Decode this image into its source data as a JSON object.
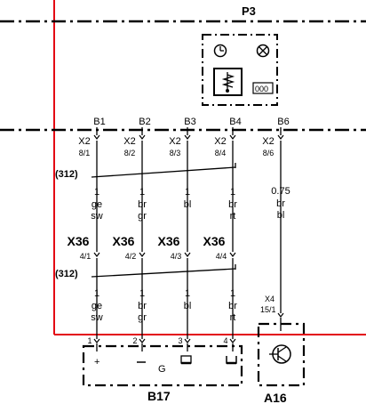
{
  "title": "P3",
  "top_pins": [
    {
      "pin": "B1",
      "conn": "X2",
      "term": "8/1",
      "wire": "1",
      "c1": "ge",
      "c2": "sw"
    },
    {
      "pin": "B2",
      "conn": "X2",
      "term": "8/2",
      "wire": "1",
      "c1": "br",
      "c2": "gr"
    },
    {
      "pin": "B3",
      "conn": "X2",
      "term": "8/3",
      "wire": "1",
      "c1": "bl",
      "c2": ""
    },
    {
      "pin": "B4",
      "conn": "X2",
      "term": "8/4",
      "wire": "1",
      "c1": "br",
      "c2": "rt"
    }
  ],
  "b6": {
    "pin": "B6",
    "conn": "X2",
    "term": "8/6",
    "wire": "0.75",
    "c1": "br",
    "c2": "bl"
  },
  "shield_ref": "(312)",
  "x36": {
    "name": "X36",
    "terms": [
      "4/1",
      "4/2",
      "4/3",
      "4/4"
    ]
  },
  "lower_wires": [
    {
      "wire": "1",
      "c1": "ge",
      "c2": "sw"
    },
    {
      "wire": "1",
      "c1": "br",
      "c2": "gr"
    },
    {
      "wire": "1",
      "c1": "bl",
      "c2": ""
    },
    {
      "wire": "1",
      "c1": "br",
      "c2": "rt"
    }
  ],
  "b17": {
    "label": "B17",
    "inner": "G",
    "pins": [
      "1",
      "2",
      "3",
      "4"
    ],
    "plus": "+"
  },
  "a16": {
    "label": "A16",
    "conn": "X4",
    "term": "15/1"
  },
  "display": {
    "icons": [
      "clock-icon",
      "cross-circle-icon",
      "temp-gauge-icon",
      "odometer-icon"
    ],
    "odo": "000"
  },
  "colors": {
    "frame": "#e30613",
    "line": "#000000"
  }
}
